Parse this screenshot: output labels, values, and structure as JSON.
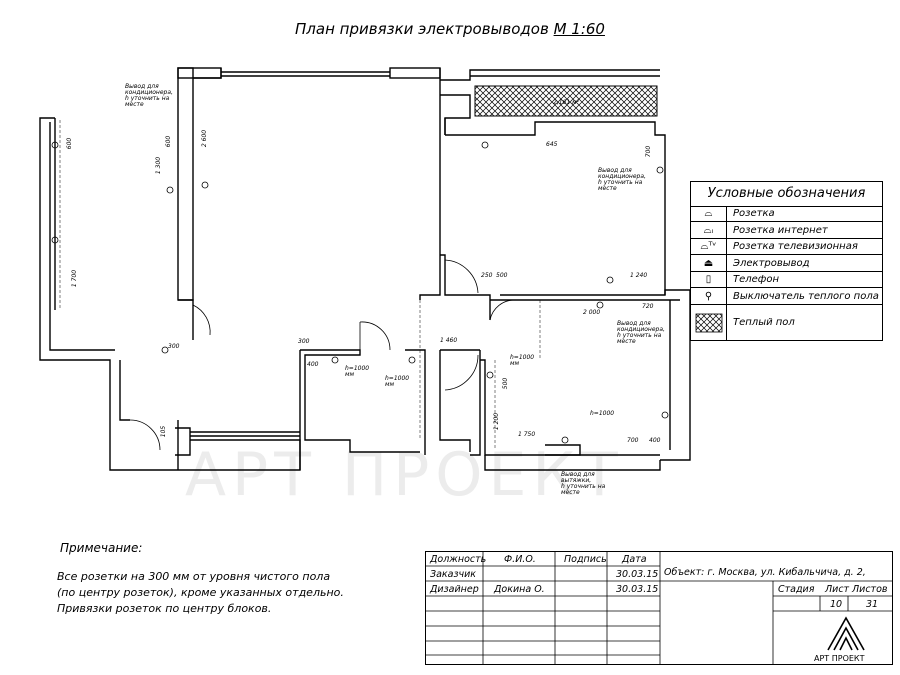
{
  "title": {
    "main": "План привязки электровыводов",
    "scale": "М 1:60"
  },
  "watermark": {
    "text": "АРТ ПРОЕКТ"
  },
  "legend": {
    "header": "Условные обозначения",
    "items": [
      {
        "label": "Розетка",
        "icon": "socket-icon"
      },
      {
        "label": "Розетка интернет",
        "icon": "internet-socket-icon"
      },
      {
        "label": "Розетка телевизионная",
        "icon": "tv-socket-icon"
      },
      {
        "label": "Электровывод",
        "icon": "electrical-outlet-icon"
      },
      {
        "label": "Телефон",
        "icon": "phone-icon"
      },
      {
        "label": "Выключатель теплого пола",
        "icon": "floor-heating-switch-icon"
      },
      {
        "label": "Теплый пол",
        "icon": "heated-floor-hatch"
      }
    ]
  },
  "notes": {
    "title": "Примечание:",
    "lines": [
      "Все розетки на 300 мм от уровня чистого пола",
      "(по центру розеток), кроме указанных отдельно.",
      "Привязки розеток по центру блоков."
    ]
  },
  "stamp": {
    "headers": {
      "role": "Должность",
      "name": "Ф.И.О.",
      "signature": "Подпись",
      "date": "Дата"
    },
    "rows": [
      {
        "role": "Заказчик",
        "name": "",
        "date": "30.03.15"
      },
      {
        "role": "Дизайнер",
        "name": "Докина О.",
        "date": "30.03.15"
      }
    ],
    "object": "Объект: г. Москва, ул. Кибальчича, д. 2,",
    "stage_label": "Стадия",
    "sheet_label": "Лист",
    "sheets_label": "Листов",
    "sheet": "10",
    "sheets": "31",
    "logo_text": "АРТ ПРОЕКТ"
  },
  "dimensions": {
    "d600a": "600",
    "d1300": "1 300",
    "d600b": "600",
    "d2600": "2 600",
    "d1700": "1 700",
    "d300a": "300",
    "d105": "105",
    "d300b": "300",
    "d400a": "400",
    "d1460": "1 460",
    "d2161": "2,161 м²",
    "d645": "645",
    "d700a": "700",
    "d250": "250",
    "d500a": "500",
    "d1240": "1 240",
    "d720": "720",
    "d2000": "2 000",
    "d500b": "500",
    "d1200": "1 200",
    "d1750": "1 750",
    "d700b": "700",
    "d400b": "400",
    "h1000a": "h=1000",
    "h1000b": "h=1000",
    "h1000c": "h=1000",
    "h1000d": "h=1000"
  },
  "annotations": {
    "ac1": [
      "Вывод для",
      "кондиционера,",
      "h уточнить на",
      "месте"
    ],
    "ac2": [
      "Вывод для",
      "кондиционера,",
      "h уточнить на",
      "месте"
    ],
    "ac3": [
      "Вывод для",
      "кондиционера,",
      "h уточнить на",
      "месте"
    ],
    "hood": [
      "Вывод для",
      "вытяжки,",
      "h уточнить на",
      "месте"
    ],
    "mm1": "мм",
    "mm2": "мм",
    "mm3": "мм"
  }
}
